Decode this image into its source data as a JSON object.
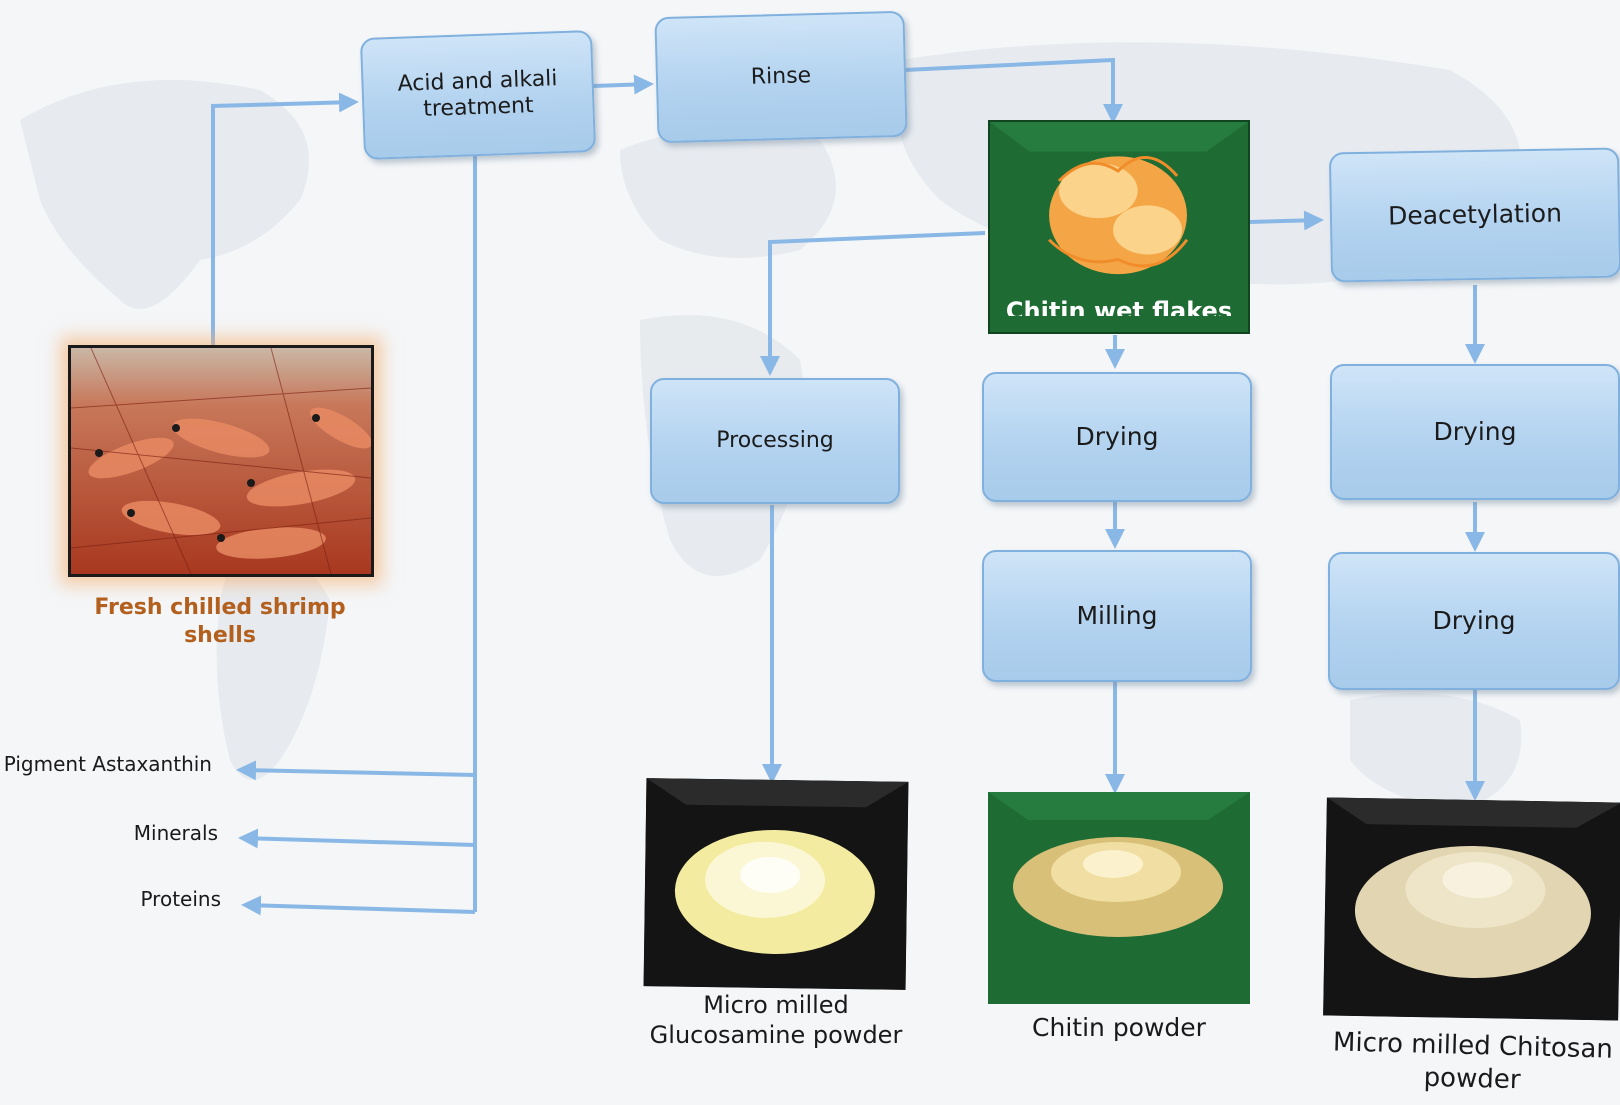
{
  "steps": {
    "acid_alkali": "Acid and alkali treatment",
    "rinse": "Rinse",
    "deacetylation": "Deacetylation",
    "processing": "Processing",
    "drying_chitin": "Drying",
    "milling": "Milling",
    "drying_chitosan_1": "Drying",
    "drying_chitosan_2": "Drying"
  },
  "captions": {
    "shrimp": "Fresh chilled shrimp shells",
    "chitin_flakes": "Chitin wet flakes",
    "glucosamine": "Micro milled Glucosamine powder",
    "chitin_powder": "Chitin powder",
    "chitosan": "Micro milled Chitosan powder"
  },
  "byproducts": {
    "pigment": "Pigment Astaxanthin",
    "minerals": "Minerals",
    "proteins": "Proteins"
  },
  "colors": {
    "arrow": "#8ab8e6",
    "box_fill": "#b3d3f0",
    "box_border": "#7fb0de",
    "green_backdrop": "#1f6b34",
    "black_backdrop": "#141414",
    "shrimp_caption": "#b3601e"
  }
}
